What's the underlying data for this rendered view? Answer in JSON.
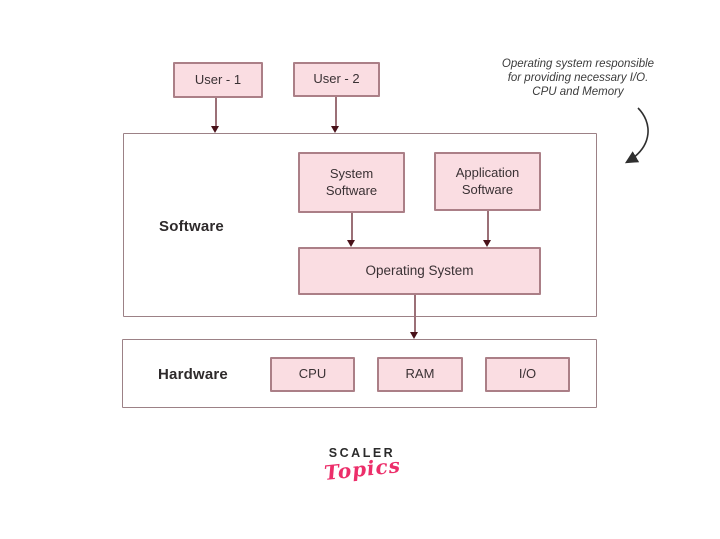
{
  "users": [
    {
      "label": "User - 1"
    },
    {
      "label": "User - 2"
    }
  ],
  "software": {
    "label": "Software",
    "boxes": {
      "system": "System Software",
      "application": "Application Software",
      "operating_system": "Operating System"
    }
  },
  "hardware": {
    "label": "Hardware",
    "components": [
      "CPU",
      "RAM",
      "I/O"
    ]
  },
  "annotation": {
    "lines": [
      "Operating system responsible",
      "for providing necessary I/O.",
      "CPU and Memory"
    ]
  },
  "logo": {
    "brand": "SCALER",
    "sub": "Topics"
  },
  "colors": {
    "box_fill": "#fadde2",
    "box_border": "#ab7f87",
    "container_border": "#9c8186",
    "arrow_line": "#9b7077",
    "arrow_head": "#49121a",
    "annotation_text": "#3c3c3c",
    "logo_pink": "#ec2e6a"
  }
}
